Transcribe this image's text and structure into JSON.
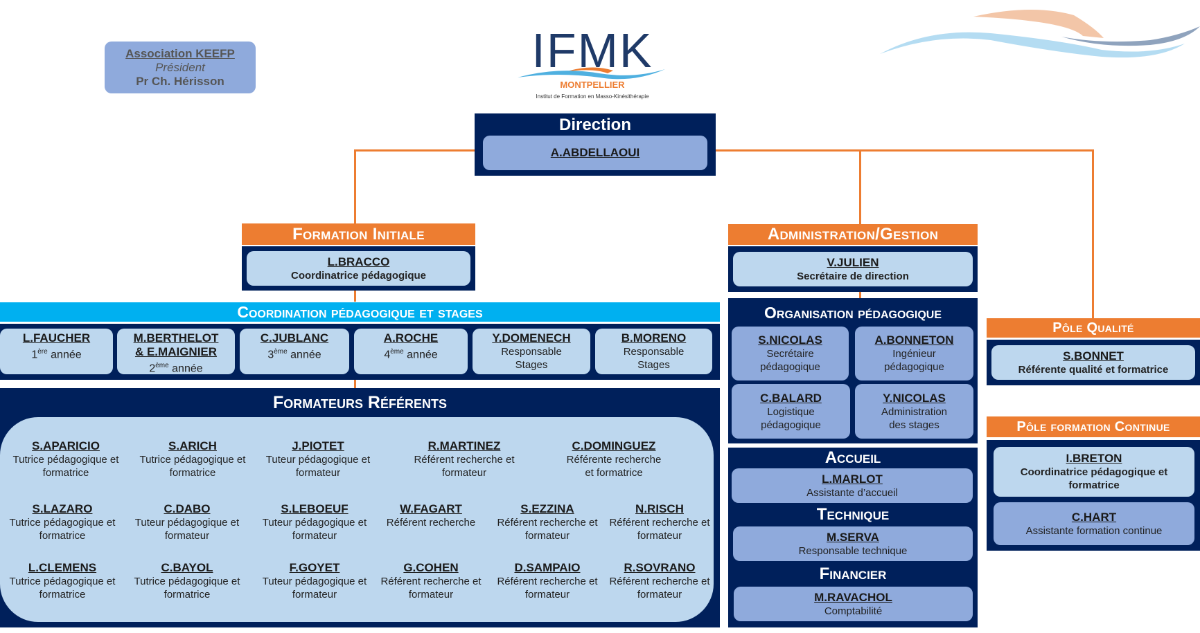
{
  "association": {
    "name": "Association KEEFP",
    "role": "Président",
    "person": "Pr Ch. Hérisson"
  },
  "logo": {
    "title": "IFMK",
    "city": "MONTPELLIER",
    "subtitle": "Institut de Formation en Masso-Kinésithérapie",
    "icon": "wave-logo-icon"
  },
  "direction": {
    "title": "Direction",
    "name": "A.ABDELLAOUI"
  },
  "formation_initiale": {
    "title": "Formation Initiale",
    "lead": {
      "name": "L.BRACCO",
      "role": "Coordinatrice pédagogique"
    }
  },
  "coordination": {
    "title": "Coordination pédagogique et stages",
    "members": [
      {
        "name": "L.FAUCHER",
        "num": "1",
        "sup": "ère",
        "role": "année"
      },
      {
        "name": "M.BERTHELOT",
        "name2": "& E.MAIGNIER",
        "num": "2",
        "sup": "ème",
        "role": "année"
      },
      {
        "name": "C.JUBLANC",
        "num": "3",
        "sup": "ème",
        "role": "année"
      },
      {
        "name": "A.ROCHE",
        "num": "4",
        "sup": "ème",
        "role": "année"
      },
      {
        "name": "Y.DOMENECH",
        "role": "Responsable",
        "role2": "Stages"
      },
      {
        "name": "B.MORENO",
        "role": "Responsable",
        "role2": "Stages"
      }
    ]
  },
  "formateurs": {
    "title": "Formateurs Référents",
    "rows": [
      [
        {
          "name": "S.APARICIO",
          "role": "Tutrice pédagogique et",
          "role2": "formatrice"
        },
        {
          "name": "S.ARICH",
          "role": "Tutrice pédagogique et",
          "role2": "formatrice"
        },
        {
          "name": "J.PIOTET",
          "role": "Tuteur pédagogique et",
          "role2": "formateur"
        },
        {
          "name": "R.MARTINEZ",
          "role": "Référent recherche et",
          "role2": "formateur"
        },
        {
          "name": "C.DOMINGUEZ",
          "role": "Référente recherche",
          "role2": "et formatrice"
        }
      ],
      [
        {
          "name": "S.LAZARO",
          "role": "Tutrice pédagogique et",
          "role2": "formatrice"
        },
        {
          "name": "C.DABO",
          "role": "Tuteur pédagogique et",
          "role2": "formateur"
        },
        {
          "name": "S.LEBOEUF",
          "role": "Tuteur pédagogique et",
          "role2": "formateur"
        },
        {
          "name": "W.FAGART",
          "role": "Référent recherche",
          "role2": ""
        },
        {
          "name": "S.EZZINA",
          "role": "Référent recherche et",
          "role2": "formateur"
        },
        {
          "name": "N.RISCH",
          "role": "Référent recherche et",
          "role2": "formateur"
        }
      ],
      [
        {
          "name": "L.CLEMENS",
          "role": "Tutrice pédagogique et",
          "role2": "formatrice"
        },
        {
          "name": "C.BAYOL",
          "role": "Tutrice pédagogique et",
          "role2": "formatrice"
        },
        {
          "name": "F.GOYET",
          "role": "Tuteur pédagogique et",
          "role2": "formateur"
        },
        {
          "name": "G.COHEN",
          "role": "Référent recherche et",
          "role2": "formateur"
        },
        {
          "name": "D.SAMPAIO",
          "role": "Référent recherche et",
          "role2": "formateur"
        },
        {
          "name": "R.SOVRANO",
          "role": "Référent recherche et",
          "role2": "formateur"
        }
      ]
    ]
  },
  "administration": {
    "title": "Administration/Gestion",
    "lead": {
      "name": "V.JULIEN",
      "role": "Secrétaire de direction"
    }
  },
  "organisation": {
    "title": "Organisation pédagogique",
    "members": [
      {
        "name": "S.NICOLAS",
        "role": "Secrétaire",
        "role2": "pédagogique"
      },
      {
        "name": "A.BONNETON",
        "role": "Ingénieur",
        "role2": "pédagogique"
      },
      {
        "name": "C.BALARD",
        "role": "Logistique",
        "role2": "pédagogique"
      },
      {
        "name": "Y.NICOLAS",
        "role": "Administration",
        "role2": "des stages"
      }
    ]
  },
  "services": [
    {
      "title": "Accueil",
      "name": "L.MARLOT",
      "role": "Assistante d’accueil"
    },
    {
      "title": "Technique",
      "name": "M.SERVA",
      "role": "Responsable technique"
    },
    {
      "title": "Financier",
      "name": "M.RAVACHOL",
      "role": "Comptabilité"
    }
  ],
  "pole_qualite": {
    "title": "Pôle Qualité",
    "name": "S.BONNET",
    "role": "Référente qualité et formatrice"
  },
  "pole_continue": {
    "title": "Pôle formation Continue",
    "members": [
      {
        "name": "I.BRETON",
        "role": "Coordinatrice pédagogique et",
        "role2": "formatrice"
      },
      {
        "name": "C.HART",
        "role": "Assistante formation continue"
      }
    ]
  },
  "colors": {
    "navy": "#00205b",
    "orange": "#ed7d31",
    "cyan": "#00b0f0",
    "light_blue": "#bdd7ee",
    "mid_blue": "#8faadc"
  }
}
